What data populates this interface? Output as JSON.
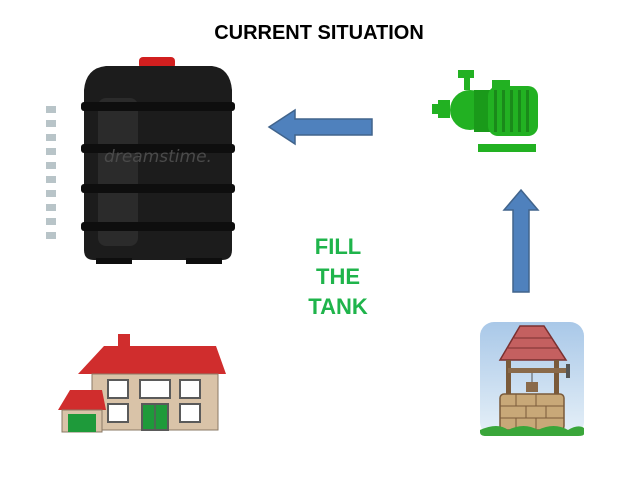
{
  "title": "CURRENT SITUATION",
  "caption_lines": [
    "FILL",
    "THE",
    "TANK"
  ],
  "watermark": "dreamstime.",
  "colors": {
    "caption": "#1fb44b",
    "arrow_fill": "#4f81bd",
    "arrow_stroke": "#41648c",
    "tank": "#1c1c1c",
    "tank_cap": "#d11f1f",
    "pump": "#22b122",
    "roof": "#d02d2d",
    "wall": "#d9c3a8"
  },
  "icons": [
    "water-tank-icon",
    "water-pump-icon",
    "house-icon",
    "water-well-icon"
  ],
  "arrows": [
    "left-arrow",
    "up-arrow"
  ]
}
